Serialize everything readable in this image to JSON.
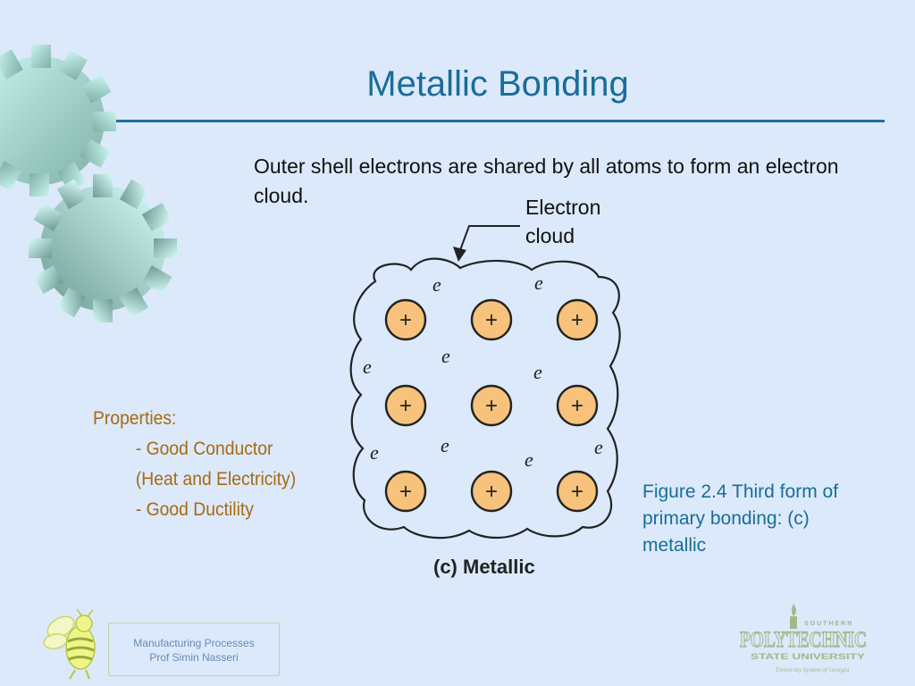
{
  "slide": {
    "title": "Metallic Bonding",
    "intro": "Outer shell electrons are shared by all atoms to form an electron cloud.",
    "properties": {
      "heading": "Properties:",
      "items": [
        "- Good Conductor",
        "(Heat and Electricity)",
        "- Good Ductility"
      ]
    },
    "caption": "Figure 2.4  Third form of primary bonding: (c) metallic"
  },
  "diagram": {
    "cloud_label_line1": "Electron",
    "cloud_label_line2": "cloud",
    "ion_symbol": "+",
    "electron_symbol": "e",
    "ions_rows": 3,
    "ions_cols": 3,
    "subtitle": "(c) Metallic"
  },
  "footer": {
    "course": "Manufacturing Processes",
    "professor": "Prof Simin Nasseri",
    "logo_top": "SOUTHERN",
    "logo_main": "POLYTECHNIC",
    "logo_sub": "STATE UNIVERSITY",
    "logo_tag": "University System of Georgia"
  },
  "colors": {
    "background": "#dbe9fb",
    "title": "#1a6d96",
    "properties": "#a86a10",
    "ion_fill": "#f7c27b",
    "logo_green": "#9fb98a"
  }
}
